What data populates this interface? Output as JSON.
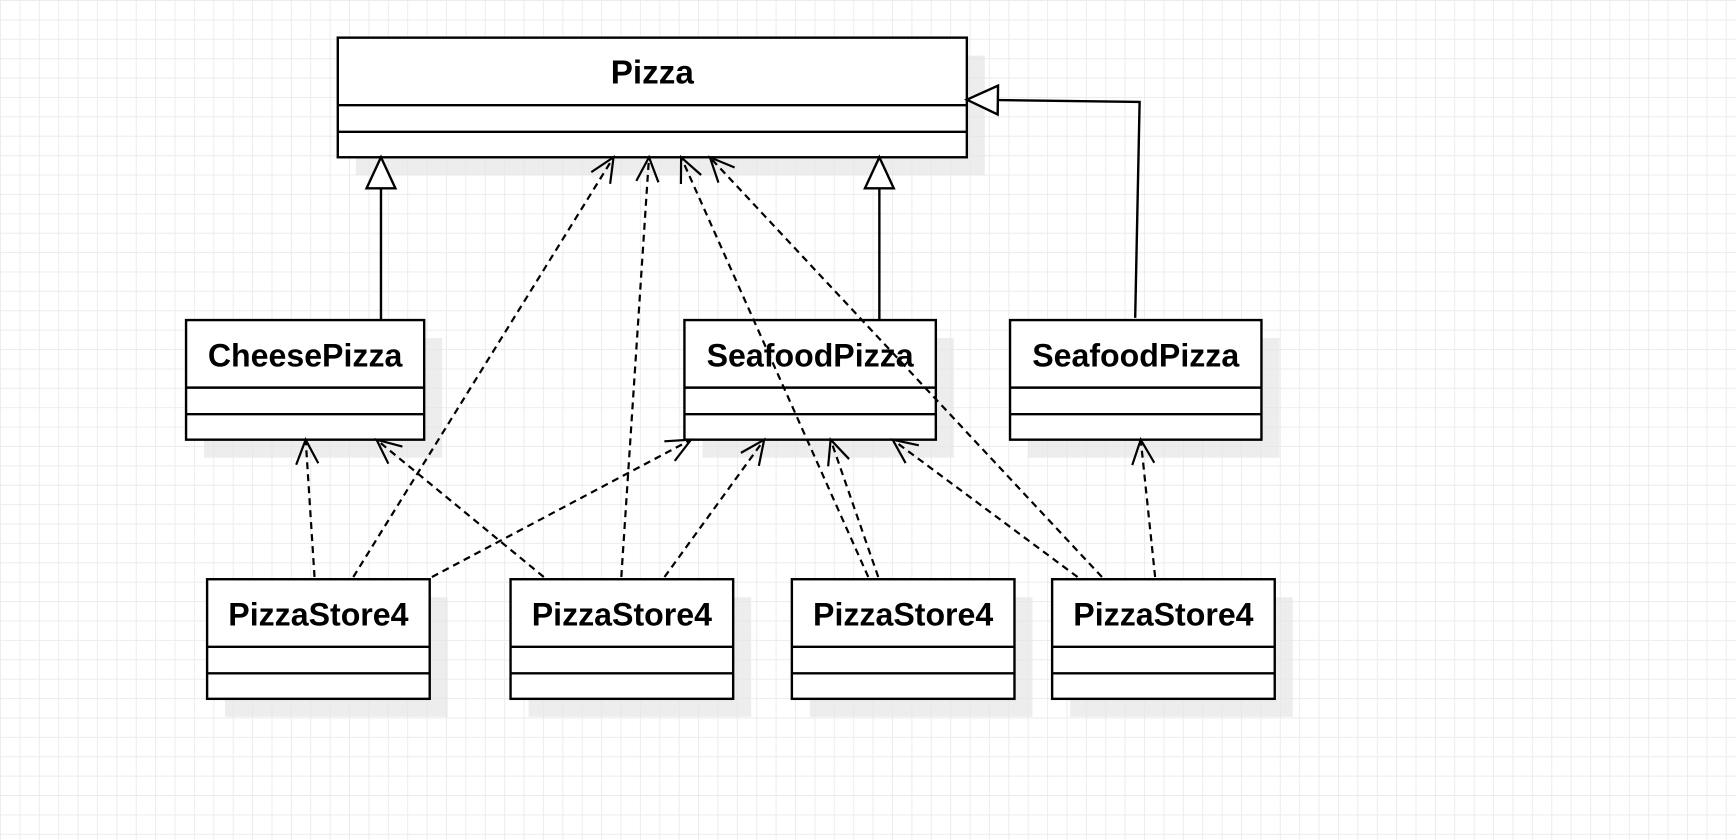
{
  "diagram": {
    "classes": [
      {
        "id": "pizza",
        "name": "Pizza"
      },
      {
        "id": "cheese-pizza",
        "name": "CheesePizza"
      },
      {
        "id": "seafood-pizza-a",
        "name": "SeafoodPizza"
      },
      {
        "id": "seafood-pizza-b",
        "name": "SeafoodPizza"
      },
      {
        "id": "pizza-store-1",
        "name": "PizzaStore4"
      },
      {
        "id": "pizza-store-2",
        "name": "PizzaStore4"
      },
      {
        "id": "pizza-store-3",
        "name": "PizzaStore4"
      },
      {
        "id": "pizza-store-4",
        "name": "PizzaStore4"
      }
    ],
    "generalizations": [
      {
        "from": "cheese-pizza",
        "to": "pizza"
      },
      {
        "from": "seafood-pizza-a",
        "to": "pizza"
      },
      {
        "from": "seafood-pizza-b",
        "to": "pizza"
      }
    ],
    "dependencies": [
      {
        "from": "pizza-store-1",
        "to": "cheese-pizza"
      },
      {
        "from": "pizza-store-1",
        "to": "pizza"
      },
      {
        "from": "pizza-store-1",
        "to": "seafood-pizza-a"
      },
      {
        "from": "pizza-store-2",
        "to": "cheese-pizza"
      },
      {
        "from": "pizza-store-2",
        "to": "pizza"
      },
      {
        "from": "pizza-store-2",
        "to": "seafood-pizza-a"
      },
      {
        "from": "pizza-store-3",
        "to": "pizza"
      },
      {
        "from": "pizza-store-3",
        "to": "seafood-pizza-a"
      },
      {
        "from": "pizza-store-4",
        "to": "pizza"
      },
      {
        "from": "pizza-store-4",
        "to": "seafood-pizza-a"
      },
      {
        "from": "pizza-store-4",
        "to": "seafood-pizza-b"
      }
    ]
  }
}
